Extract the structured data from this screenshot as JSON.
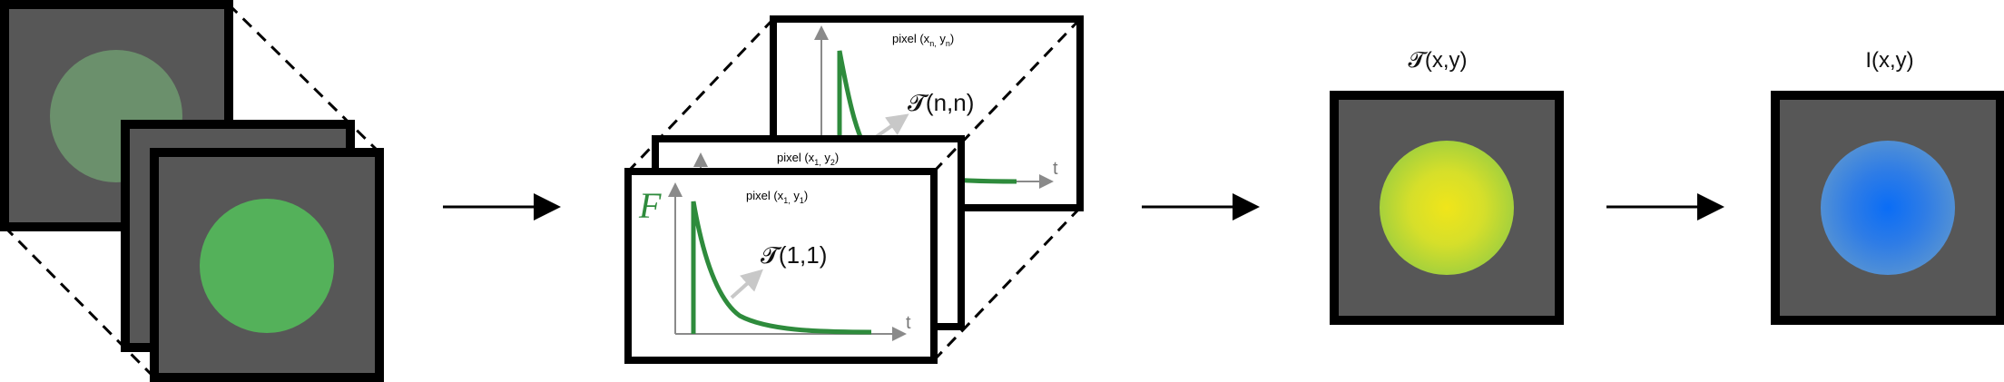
{
  "stage2": {
    "back_pixel_label": "pixel (x",
    "back_pixel_sub1": "n,",
    "back_pixel_mid": " y",
    "back_pixel_sub2": "n",
    "back_pixel_end": ")",
    "middle_pixel_label": "pixel (x",
    "middle_pixel_sub1": "1,",
    "middle_pixel_mid": " y",
    "middle_pixel_sub2": "2",
    "middle_pixel_end": ")",
    "front_pixel_label": "pixel (x",
    "front_pixel_sub1": "1,",
    "front_pixel_mid": " y",
    "front_pixel_sub2": "1",
    "front_pixel_end": ")",
    "axis_y_symbol": "F",
    "axis_x_symbol": "t",
    "tau_back": "𝓣(n,n)",
    "tau_front": "𝓣(1,1)"
  },
  "stage3": {
    "title": "𝓣(x,y)"
  },
  "stage4": {
    "title": "I(x,y)"
  },
  "colors": {
    "frame_gray": "#575757",
    "green_circle": "#54b15a",
    "faded_green": "#6f9a70",
    "decay_curve": "#2e8b3c",
    "yellow_center": "#ede61c",
    "yellow_edge": "#a8d23a",
    "blue_center": "#0a6cf5",
    "blue_edge": "#4f8cd8"
  }
}
